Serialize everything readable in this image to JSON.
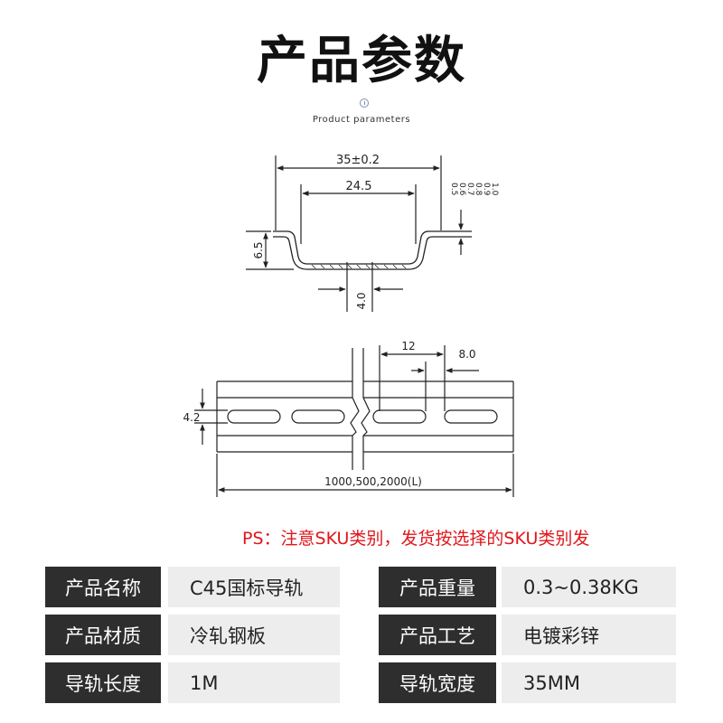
{
  "header": {
    "title": "产品参数",
    "subtitle": "Product parameters"
  },
  "drawing": {
    "profile": {
      "width_label": "35±0.2",
      "inner_width_label": "24.5",
      "height_label": "6.5",
      "bottom_label": "4.0",
      "thickness_options": [
        "0.5",
        "0.6",
        "0.7",
        "0.8",
        "0.9",
        "1.0"
      ]
    },
    "rail": {
      "slot_pitch_label": "12",
      "slot_length_label": "8.0",
      "slot_width_label": "4.2",
      "length_label": "1000,500,2000(L)"
    }
  },
  "ps_note": "PS：注意SKU类别，发货按选择的SKU类别发",
  "specs": [
    {
      "label": "产品名称",
      "value": "C45国标导轨"
    },
    {
      "label": "产品重量",
      "value": "0.3~0.38KG"
    },
    {
      "label": "产品材质",
      "value": "冷轧钢板"
    },
    {
      "label": "产品工艺",
      "value": "电镀彩锌"
    },
    {
      "label": "导轨长度",
      "value": "1M"
    },
    {
      "label": "导轨宽度",
      "value": "35MM"
    }
  ],
  "colors": {
    "label_bg": "#2e2e2e",
    "value_bg": "#ededed",
    "note": "#e0161b"
  }
}
